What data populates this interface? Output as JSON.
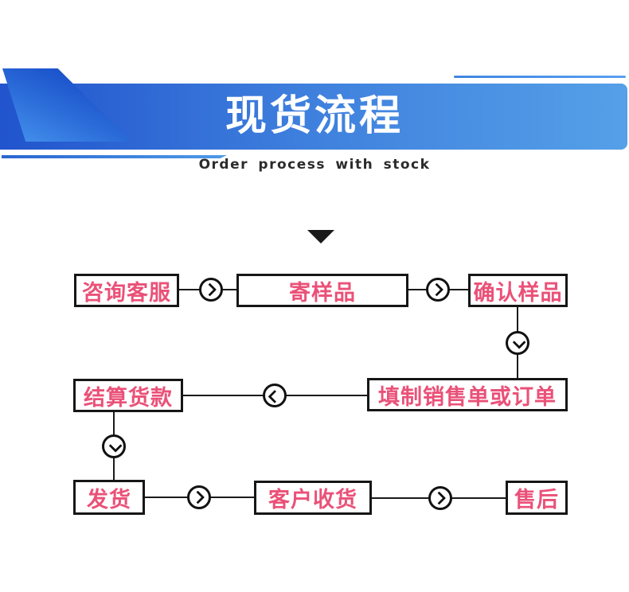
{
  "header": {
    "title": "现货流程",
    "subtitle": "Order process with stock"
  },
  "flow": {
    "nodes": [
      {
        "id": "consult-service",
        "label": "咨询客服"
      },
      {
        "id": "send-sample",
        "label": "寄样品"
      },
      {
        "id": "confirm-sample",
        "label": "确认样品"
      },
      {
        "id": "settle-payment",
        "label": "结算货款"
      },
      {
        "id": "fill-sales-order",
        "label": "填制销售单或订单"
      },
      {
        "id": "ship-goods",
        "label": "发货"
      },
      {
        "id": "customer-receive",
        "label": "客户收货"
      },
      {
        "id": "after-sales",
        "label": "售后"
      }
    ],
    "connectors": [
      {
        "from": "consult-service",
        "to": "send-sample",
        "icon": "chevron-right-icon"
      },
      {
        "from": "send-sample",
        "to": "confirm-sample",
        "icon": "chevron-right-icon"
      },
      {
        "from": "confirm-sample",
        "to": "fill-sales-order",
        "icon": "chevron-down-icon"
      },
      {
        "from": "fill-sales-order",
        "to": "settle-payment",
        "icon": "chevron-left-icon"
      },
      {
        "from": "settle-payment",
        "to": "ship-goods",
        "icon": "chevron-down-icon"
      },
      {
        "from": "ship-goods",
        "to": "customer-receive",
        "icon": "chevron-right-icon"
      },
      {
        "from": "customer-receive",
        "to": "after-sales",
        "icon": "chevron-right-icon"
      }
    ]
  },
  "decorations": {
    "pointer_icon": "down-triangle-icon"
  },
  "colors": {
    "banner_gradient_left": "#2154cd",
    "banner_gradient_right": "#55a0e8",
    "banner_parallelogram_dark": "#0f3ec0",
    "banner_parallelogram_light": "#4695ee",
    "node_text_pink": "#ea5178",
    "node_border_black": "#161616",
    "subtitle_text": "#2b2b2b",
    "title_text": "#ffffff"
  }
}
